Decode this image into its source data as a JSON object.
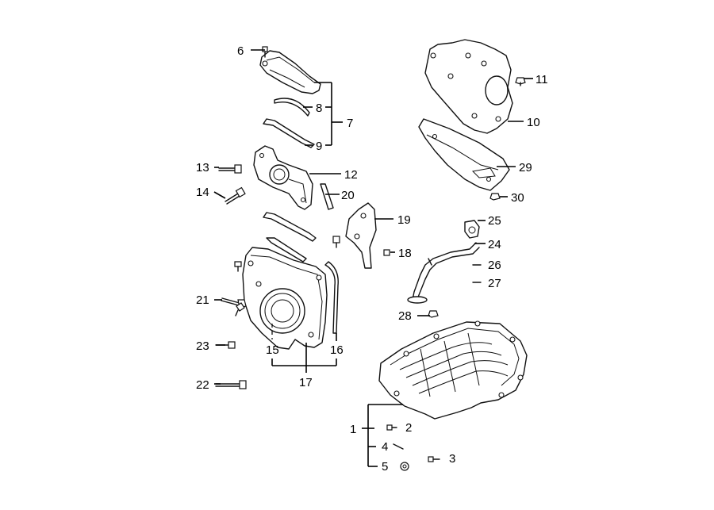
{
  "callouts": [
    {
      "id": "c1",
      "label": "1"
    },
    {
      "id": "c2",
      "label": "2"
    },
    {
      "id": "c3",
      "label": "3"
    },
    {
      "id": "c4",
      "label": "4"
    },
    {
      "id": "c5",
      "label": "5"
    },
    {
      "id": "c6",
      "label": "6"
    },
    {
      "id": "c7",
      "label": "7"
    },
    {
      "id": "c8",
      "label": "8"
    },
    {
      "id": "c9",
      "label": "9"
    },
    {
      "id": "c10",
      "label": "10"
    },
    {
      "id": "c11",
      "label": "11"
    },
    {
      "id": "c12",
      "label": "12"
    },
    {
      "id": "c13",
      "label": "13"
    },
    {
      "id": "c14",
      "label": "14"
    },
    {
      "id": "c15",
      "label": "15"
    },
    {
      "id": "c16",
      "label": "16"
    },
    {
      "id": "c17",
      "label": "17"
    },
    {
      "id": "c18",
      "label": "18"
    },
    {
      "id": "c19",
      "label": "19"
    },
    {
      "id": "c20",
      "label": "20"
    },
    {
      "id": "c21",
      "label": "21"
    },
    {
      "id": "c22",
      "label": "22"
    },
    {
      "id": "c23",
      "label": "23"
    },
    {
      "id": "c24",
      "label": "24"
    },
    {
      "id": "c25",
      "label": "25"
    },
    {
      "id": "c26",
      "label": "26"
    },
    {
      "id": "c27",
      "label": "27"
    },
    {
      "id": "c28",
      "label": "28"
    },
    {
      "id": "c29",
      "label": "29"
    },
    {
      "id": "c30",
      "label": "30"
    }
  ]
}
